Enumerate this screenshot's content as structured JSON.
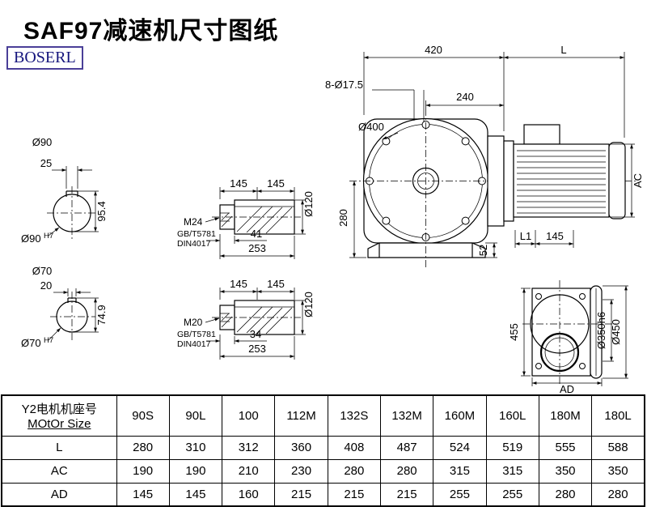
{
  "page": {
    "title": "SAF97减速机尺寸图纸",
    "logo": "BOSERL"
  },
  "dims": {
    "front": {
      "w420": "420",
      "motor_len": "L",
      "holes": "8-Ø17.5",
      "c240": "240",
      "d400": "Ø400",
      "v280": "280",
      "foot52": "52"
    },
    "motor": {
      "ac": "AC",
      "l1": "L1",
      "d145": "145"
    },
    "side": {
      "h455": "455",
      "spigot": "Ø350h6",
      "flange": "Ø450",
      "ad": "AD"
    },
    "shaft90": {
      "dia": "Ø90",
      "key": "25",
      "height": "95.4",
      "bore": "Ø90",
      "tol": "H7"
    },
    "shaft70": {
      "dia": "Ø70",
      "key": "20",
      "height": "74.9",
      "bore": "Ø70",
      "tol": "H7"
    },
    "detail_top": {
      "a": "145",
      "b": "145",
      "dia": "Ø120",
      "thread": "M24",
      "std1": "GB/T5781",
      "std2": "DIN4017",
      "tlen": "41",
      "total": "253"
    },
    "detail_bottom": {
      "a": "145",
      "b": "145",
      "dia": "Ø120",
      "thread": "M20",
      "std1": "GB/T5781",
      "std2": "DIN4017",
      "tlen": "34",
      "total": "253"
    }
  },
  "table": {
    "header_cn": "Y2电机机座号",
    "header_en": "MOtOr Size",
    "columns": [
      "90S",
      "90L",
      "100",
      "112M",
      "132S",
      "132M",
      "160M",
      "160L",
      "180M",
      "180L"
    ],
    "rows": [
      {
        "label": "L",
        "values": [
          "280",
          "310",
          "312",
          "360",
          "408",
          "487",
          "524",
          "519",
          "555",
          "588"
        ]
      },
      {
        "label": "AC",
        "values": [
          "190",
          "190",
          "210",
          "230",
          "280",
          "280",
          "315",
          "315",
          "350",
          "350"
        ]
      },
      {
        "label": "AD",
        "values": [
          "145",
          "145",
          "160",
          "215",
          "215",
          "215",
          "255",
          "255",
          "280",
          "280"
        ]
      }
    ]
  },
  "colors": {
    "line": "#000000",
    "logo_border": "#4a3f98",
    "logo_text": "#15157d"
  }
}
